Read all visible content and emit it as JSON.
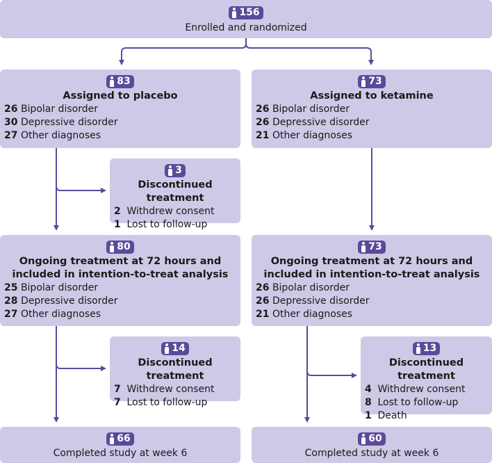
{
  "colors": {
    "box": "#cdc9e6",
    "accent": "#5b4a9b"
  },
  "icon": "person-icon",
  "enrolled": {
    "count": "156",
    "label": "Enrolled and randomized"
  },
  "placebo": {
    "count": "83",
    "title": "Assigned to placebo",
    "items": [
      {
        "n": "26",
        "label": "Bipolar disorder"
      },
      {
        "n": "30",
        "label": "Depressive disorder"
      },
      {
        "n": "27",
        "label": "Other diagnoses"
      }
    ]
  },
  "ketamine": {
    "count": "73",
    "title": "Assigned to ketamine",
    "items": [
      {
        "n": "26",
        "label": "Bipolar disorder"
      },
      {
        "n": "26",
        "label": "Depressive disorder"
      },
      {
        "n": "21",
        "label": "Other diagnoses"
      }
    ]
  },
  "placebo_disc1": {
    "count": "3",
    "title": "Discontinued treatment",
    "items": [
      {
        "n": "2",
        "label": "Withdrew consent"
      },
      {
        "n": "1",
        "label": "Lost to follow-up"
      }
    ]
  },
  "placebo_ongoing": {
    "count": "80",
    "title1": "Ongoing treatment at 72 hours and",
    "title2": "included in intention-to-treat analysis",
    "items": [
      {
        "n": "25",
        "label": "Bipolar disorder"
      },
      {
        "n": "28",
        "label": "Depressive disorder"
      },
      {
        "n": "27",
        "label": "Other diagnoses"
      }
    ]
  },
  "ketamine_ongoing": {
    "count": "73",
    "title1": "Ongoing treatment at 72 hours and",
    "title2": "included in intention-to-treat analysis",
    "items": [
      {
        "n": "26",
        "label": "Bipolar disorder"
      },
      {
        "n": "26",
        "label": "Depressive disorder"
      },
      {
        "n": "21",
        "label": "Other diagnoses"
      }
    ]
  },
  "placebo_disc2": {
    "count": "14",
    "title": "Discontinued treatment",
    "items": [
      {
        "n": "7",
        "label": "Withdrew consent"
      },
      {
        "n": "7",
        "label": "Lost to follow-up"
      }
    ]
  },
  "ketamine_disc2": {
    "count": "13",
    "title": "Discontinued treatment",
    "items": [
      {
        "n": "4",
        "label": "Withdrew consent"
      },
      {
        "n": "8",
        "label": "Lost to follow-up"
      },
      {
        "n": "1",
        "label": "Death"
      }
    ]
  },
  "placebo_completed": {
    "count": "66",
    "label": "Completed study at week 6"
  },
  "ketamine_completed": {
    "count": "60",
    "label": "Completed study at week 6"
  }
}
